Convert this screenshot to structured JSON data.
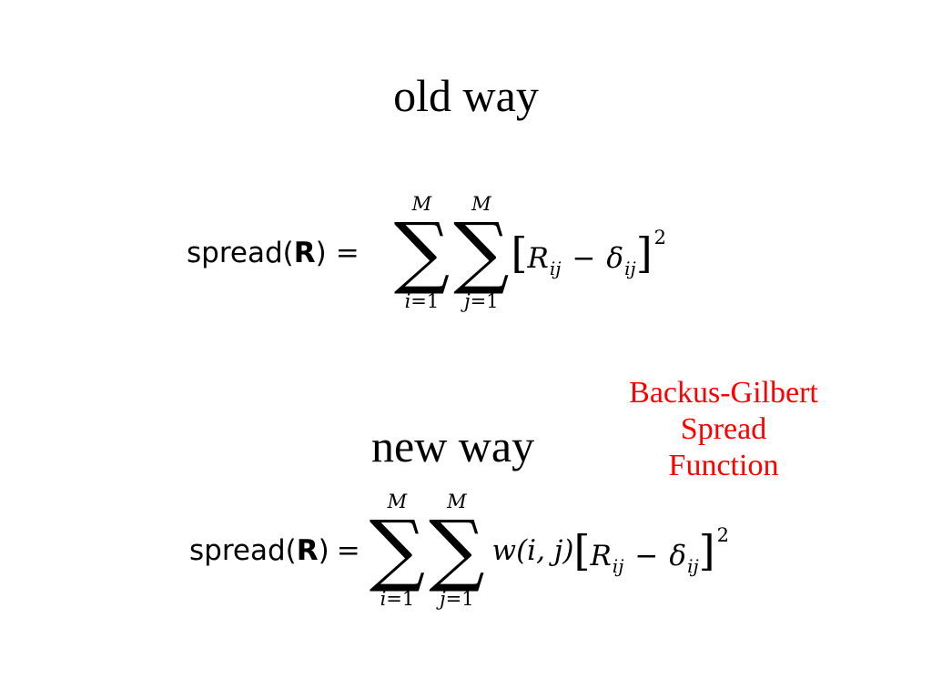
{
  "titles": {
    "old": "old way",
    "new": "new way"
  },
  "annotation": {
    "line1": "Backus-Gilbert",
    "line2": "Spread",
    "line3": "Function",
    "color": "#ff0000"
  },
  "equation": {
    "fn": "spread",
    "arg": "R",
    "equals": "=",
    "sum_symbol": "∑",
    "upper_limit": "M",
    "lower_i_var": "i",
    "lower_j_var": "j",
    "lower_eq": "=1",
    "weight": "w(i, j)",
    "R_var": "R",
    "delta_var": "δ",
    "subscript": "ij",
    "minus": "−",
    "exponent": "2",
    "open_bracket": "[",
    "close_bracket": "]"
  }
}
